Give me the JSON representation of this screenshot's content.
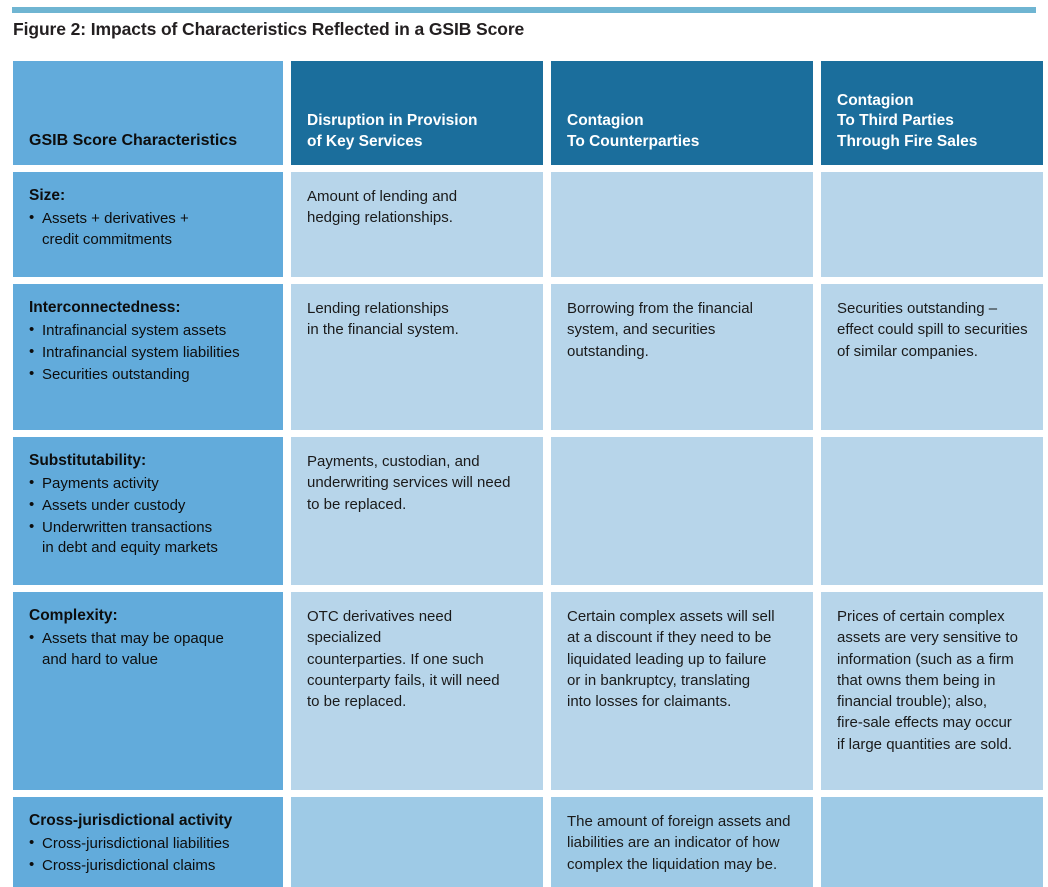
{
  "figure": {
    "title": "Figure 2: Impacts of Characteristics Reflected in a GSIB Score",
    "accent_color": "#6fb5d2",
    "header_dark_color": "#1b6e9c",
    "header_light_color": "#62abdb",
    "body_cell_color": "#b7d5ea",
    "body_cell_deep_color": "#9ecae6"
  },
  "table": {
    "headers": [
      "GSIB Score Characteristics",
      "Disruption in Provision\nof Key Services",
      "Contagion\nTo Counterparties",
      "Contagion\nTo Third Parties\nThrough Fire Sales"
    ],
    "headers_lines": [
      [
        "GSIB Score Characteristics"
      ],
      [
        "Disruption in Provision",
        "of Key Services"
      ],
      [
        "Contagion",
        "To Counterparties"
      ],
      [
        "Contagion",
        "To Third Parties",
        "Through Fire Sales"
      ]
    ],
    "rows": [
      {
        "characteristic": "Size:",
        "bullets": [
          "Assets + derivatives +\ncredit commitments"
        ],
        "disruption": "Amount of lending and\nhedging relationships.",
        "contagion_counterparties": "",
        "contagion_third_parties": ""
      },
      {
        "characteristic": "Interconnectedness:",
        "bullets": [
          "Intrafinancial system assets",
          "Intrafinancial system liabilities",
          "Securities outstanding"
        ],
        "disruption": "Lending relationships\nin the financial system.",
        "contagion_counterparties": "Borrowing from the financial\nsystem, and securities\noutstanding.",
        "contagion_third_parties": "Securities outstanding –\neffect could spill to securities\nof similar companies."
      },
      {
        "characteristic": "Substitutability:",
        "bullets": [
          "Payments activity",
          "Assets under custody",
          "Underwritten transactions\nin debt and equity markets"
        ],
        "disruption": "Payments, custodian, and\nunderwriting services will need\nto be replaced.",
        "contagion_counterparties": "",
        "contagion_third_parties": ""
      },
      {
        "characteristic": "Complexity:",
        "bullets": [
          "Assets that may be opaque\nand hard to value"
        ],
        "disruption": "OTC derivatives need specialized\ncounterparties. If one such\ncounterparty fails, it will need\nto be replaced.",
        "contagion_counterparties": "Certain complex assets will sell\nat a discount if they need to be\nliquidated leading up to failure\nor in bankruptcy, translating\ninto losses for claimants.",
        "contagion_third_parties": "Prices of certain complex\nassets are very sensitive to\ninformation (such as a firm\nthat owns them being in\nfinancial trouble); also,\nfire-sale effects may occur\nif large quantities are sold."
      },
      {
        "characteristic": "Cross-jurisdictional activity",
        "bullets": [
          "Cross-jurisdictional liabilities",
          "Cross-jurisdictional claims"
        ],
        "disruption": "",
        "contagion_counterparties": "The amount of foreign assets and\nliabilities are an indicator of how\ncomplex the liquidation may be.",
        "contagion_third_parties": ""
      }
    ]
  }
}
